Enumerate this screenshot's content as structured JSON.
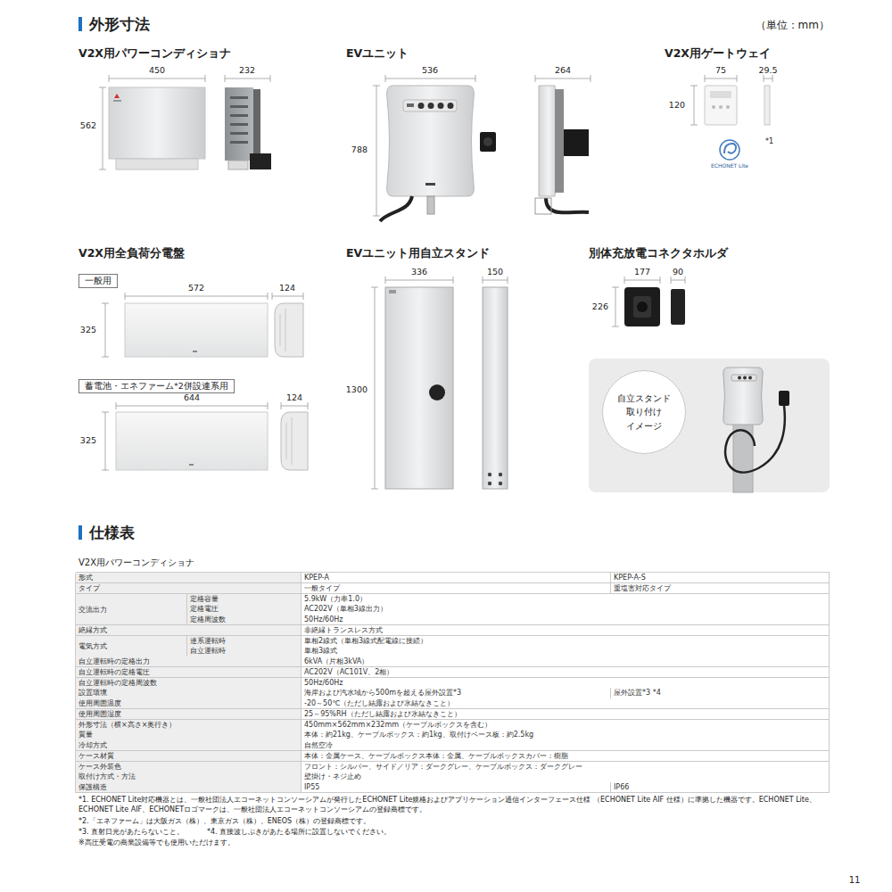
{
  "diagram": {
    "nodes": [
      {
        "text": [
          "一般用"
        ]
      },
      {
        "text": [
          "蓄電池・エネファーム*2併設連系用"
        ]
      },
      {
        "text": [
          "自立スタンド 取り付け イメージ"
        ]
      }
    ],
    "labels": [
      "外形寸法",
      "（単位：mm）",
      "V2X用パワーコンディショナ",
      "450",
      "232",
      "562",
      "EVユニット",
      "536",
      "264",
      "788",
      "V2X用ゲートウェイ",
      "75",
      "29.5",
      "120",
      "*1",
      "ECHONET Lite",
      "V2X用全負荷分電盤",
      "572",
      "124",
      "325",
      "644",
      "124",
      "325",
      "EVユニット用自立スタンド",
      "336",
      "150",
      "1300",
      "別体充放電コネクタホルダ",
      "177",
      "90",
      "226",
      "仕様表",
      "V2X用パワーコンディショナ",
      "形式",
      "KPEP-A",
      "KPEP-A-S",
      "タイプ",
      "一般タイプ",
      "重塩害対応タイプ",
      "交流出力",
      "定格容量",
      "5.9kW（力率1.0）",
      "定格電圧",
      "AC202V（単相3線出力）",
      "定格周波数",
      "50Hz/60Hz",
      "絶縁方式",
      "非絶縁トランスレス方式",
      "電気方式",
      "連系運転時",
      "単相2線式（単相3線式配電線に接続）",
      "自立運転時",
      "単相3線式",
      "自立運転時の定格出力",
      "6kVA（片相3kVA）",
      "自立運転時の定格電圧",
      "AC202V（AC101V、2相）",
      "自立運転時の定格周波数",
      "50Hz/60Hz",
      "設置環境",
      "海岸および汽水域から500mを超える屋外設置*3",
      "屋外設置*3 *4",
      "使用周囲温度",
      "-20～50℃（ただし結露および氷結なきこと）",
      "使用周囲湿度",
      "25～95%RH（ただし結露および氷結なきこと）",
      "外形寸法（横×高さ×奥行き）",
      "450mm×562mm×232mm（ケーブルボックスを含む）",
      "質量",
      "本体：約21kg、ケーブルボックス：約1kg、取付けベース板：約2.5kg",
      "冷却方式",
      "自然空冷",
      "ケース材質",
      "本体：金属ケース、ケーブルボックス本体：金属、ケーブルボックスカバー：樹脂",
      "ケース外装色",
      "フロント：シルバー、サイド／リア：ダークグレー、ケーブルボックス：ダークグレー",
      "取付け方式・方法",
      "壁掛け・ネジ止め",
      "保護構造",
      "IP55",
      "IP66",
      "*1. ECHONET Lite対応機器とは、一般社団法人エコーネットコンソーシアムが発行したECHONET Lite規格およびアプリケーション通信インターフェース仕様 （ECHONET Lite AIF 仕様）に準拠した機器です。ECHONET Lite、ECHONET Lite AIF、ECHONETロゴマークは、一般社団法人エコーネットコンソーシアムの登録商標です。",
      "*2.「エネファーム」は大阪ガス（株）、東京ガス（株）、ENEOS（株）の登録商標です。",
      "*3. 直射日光があたらないこと。",
      "*4. 直接波しぶきがあたる場所に設置しないでください。",
      "※高圧受電の商業設備等でも使用いただけます。",
      "11"
    ]
  }
}
